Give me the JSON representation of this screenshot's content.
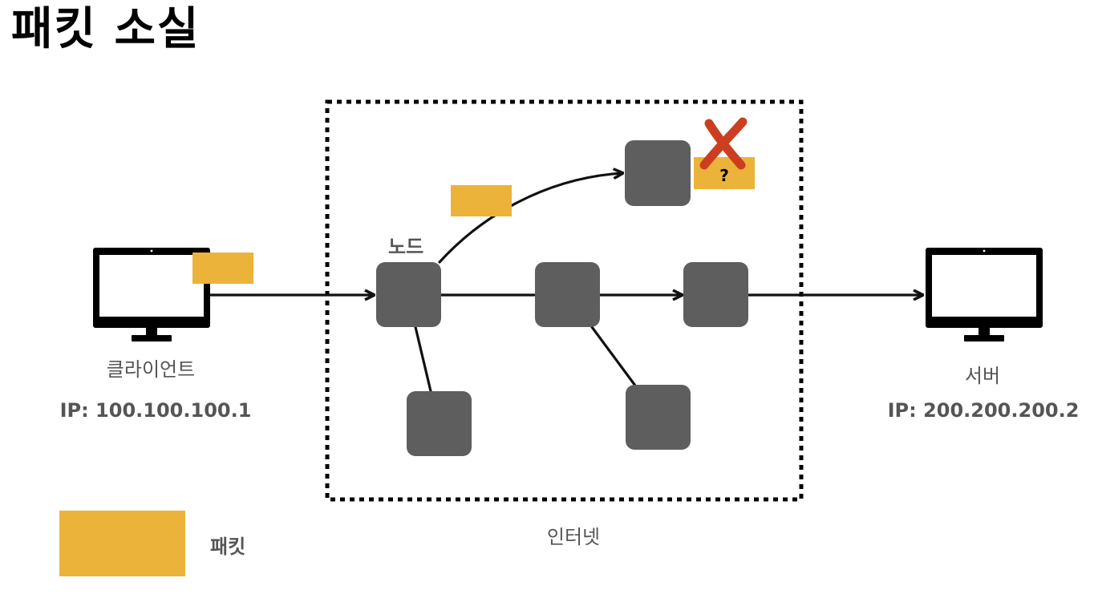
{
  "title": "패킷 소실",
  "labels": {
    "client": "클라이언트",
    "client_ip": "IP: 100.100.100.1",
    "server": "서버",
    "server_ip": "IP: 200.200.200.2",
    "node": "노드",
    "internet": "인터넷",
    "legend_packet": "패킷",
    "lost_packet_mark": "?"
  },
  "icons": {
    "client": "desktop-monitor-icon",
    "server": "desktop-monitor-icon",
    "lost": "red-x-mark-icon"
  },
  "colors": {
    "packet": "#ECB33A",
    "node": "#5E5E5E",
    "lost_mark": "#CC3E1F",
    "border": "#000000"
  }
}
